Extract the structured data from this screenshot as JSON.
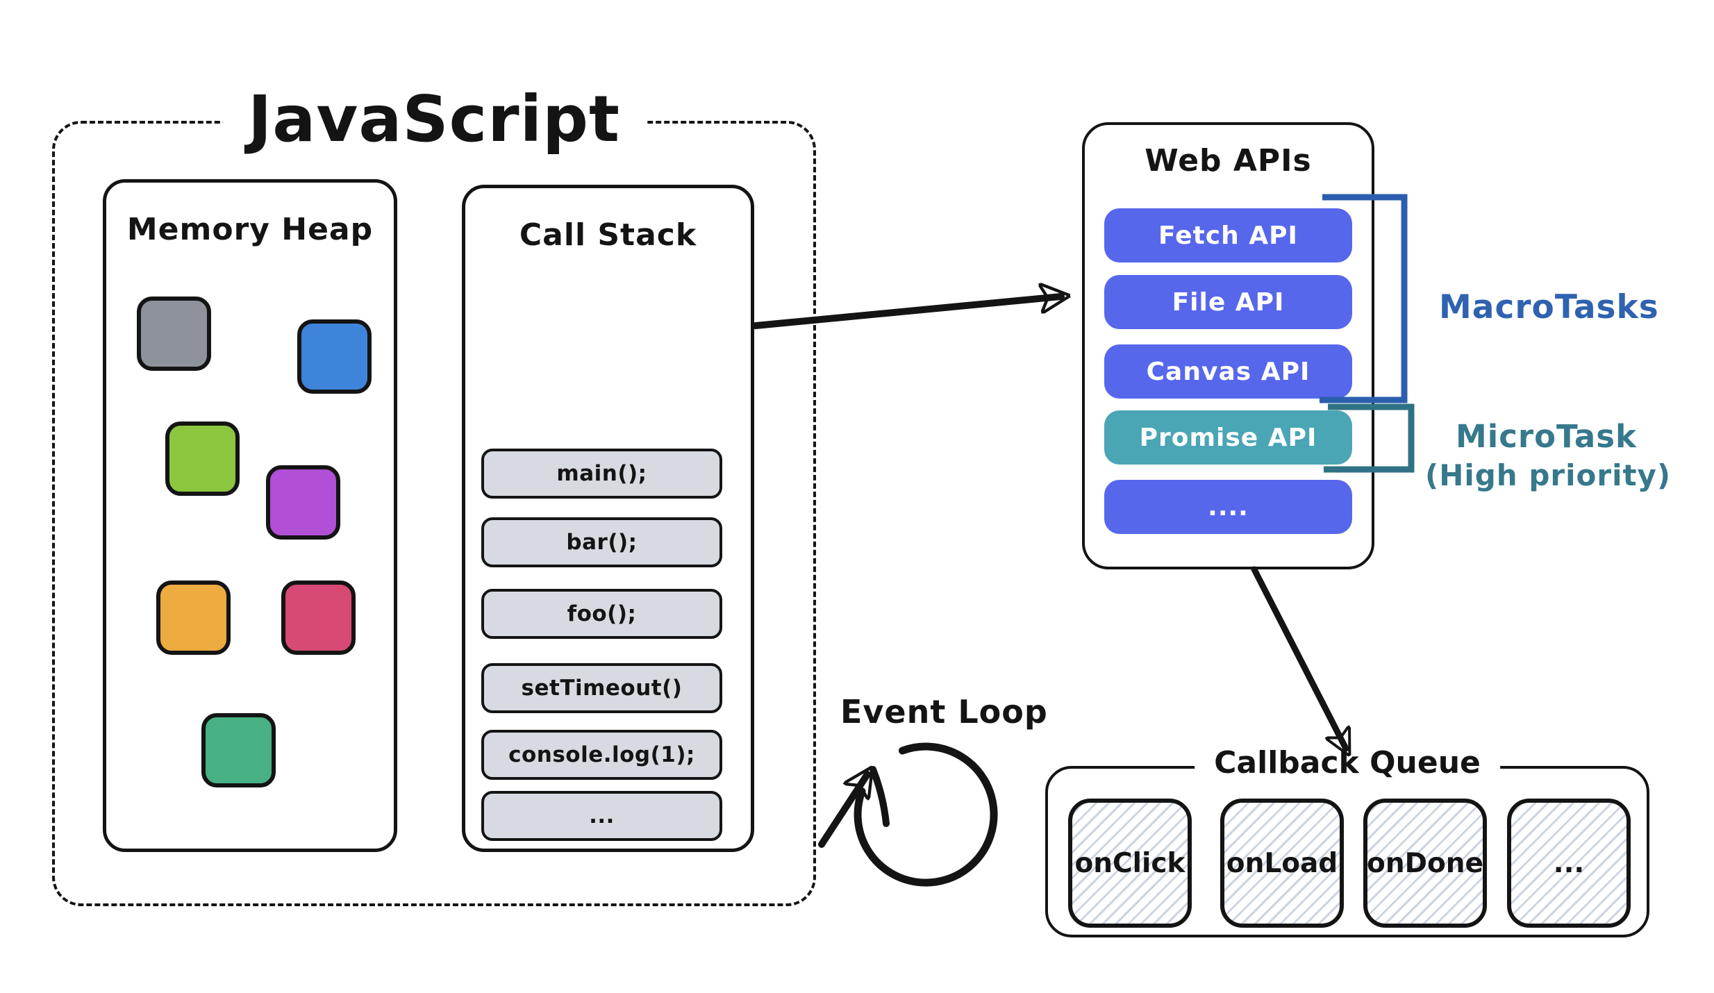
{
  "javascript_container": {
    "title": "JavaScript"
  },
  "memory_heap": {
    "title": "Memory Heap",
    "blocks": [
      {
        "name": "gray-block",
        "color": "#8e939b"
      },
      {
        "name": "blue-block",
        "color": "#3f84db"
      },
      {
        "name": "green-block",
        "color": "#8cc63f"
      },
      {
        "name": "purple-block",
        "color": "#b14fd6"
      },
      {
        "name": "orange-block",
        "color": "#eeab3f"
      },
      {
        "name": "pink-block",
        "color": "#d64a73"
      },
      {
        "name": "teal-block",
        "color": "#47b183"
      }
    ]
  },
  "call_stack": {
    "title": "Call Stack",
    "frames": [
      "main();",
      "bar();",
      "foo();",
      "setTimeout()",
      "console.log(1);",
      "..."
    ]
  },
  "web_apis": {
    "title": "Web APIs",
    "apis": [
      {
        "label": "Fetch API",
        "color": "#5767ec",
        "task_type": "macro"
      },
      {
        "label": "File API",
        "color": "#5767ec",
        "task_type": "macro"
      },
      {
        "label": "Canvas API",
        "color": "#5767ec",
        "task_type": "macro"
      },
      {
        "label": "Promise API",
        "color": "#4aa5b5",
        "task_type": "micro"
      },
      {
        "label": "....",
        "color": "#5767ec",
        "task_type": "macro"
      }
    ]
  },
  "task_labels": {
    "macro": "MacroTasks",
    "micro": "MicroTask",
    "micro_sub": "(High priority)"
  },
  "event_loop": {
    "label": "Event Loop"
  },
  "callback_queue": {
    "title": "Callback Queue",
    "items": [
      "onClick",
      "onLoad",
      "onDone",
      "..."
    ]
  },
  "colors": {
    "ink": "#141414",
    "stack_frame_fill": "#d7dbe1",
    "macro_label": "#2f62b0",
    "micro_label": "#36788c",
    "macro_bracket": "#2b5fae",
    "micro_bracket": "#2f7285",
    "hatch": "#ccd4e0"
  }
}
